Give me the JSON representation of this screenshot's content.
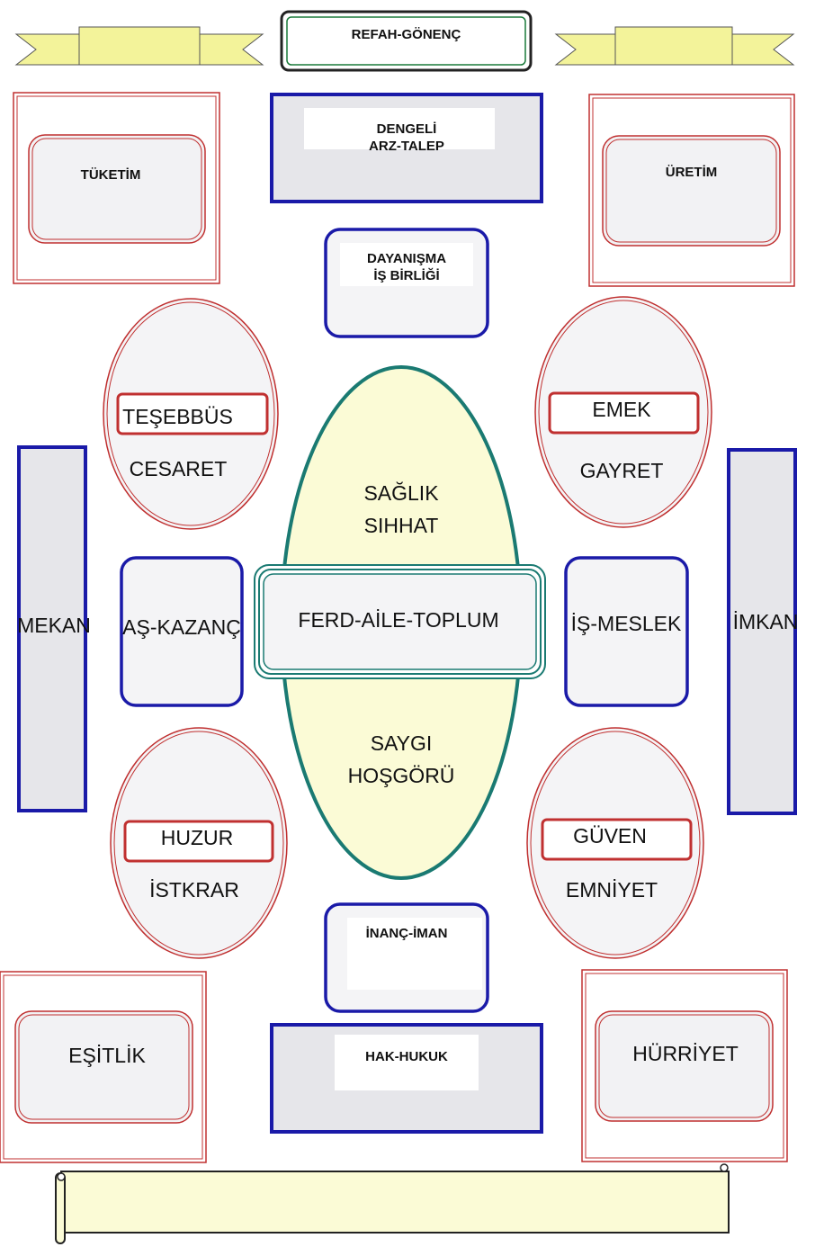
{
  "top": {
    "title": "REFAH-GÖNENÇ",
    "center_box": [
      "DENGELİ",
      "ARZ-TALEP"
    ],
    "upper_box": [
      "DAYANIŞMA",
      "İŞ BİRLİĞİ"
    ]
  },
  "corners": {
    "top_left": "TÜKETİM",
    "top_right": "ÜRETİM",
    "bottom_left": "EŞİTLİK",
    "bottom_right": "HÜRRİYET"
  },
  "ovals": {
    "top_left": {
      "tag": "TEŞEBBÜS",
      "sub": "CESARET"
    },
    "top_right": {
      "tag": "EMEK",
      "sub": "GAYRET"
    },
    "bottom_left": {
      "tag": "HUZUR",
      "sub": "İSTKRAR"
    },
    "bottom_right": {
      "tag": "GÜVEN",
      "sub": "EMNİYET"
    }
  },
  "center": {
    "upper": [
      "SAĞLIK",
      "SIHHAT"
    ],
    "core": "FERD-AİLE-TOPLUM",
    "lower": [
      "SAYGI",
      "HOŞGÖRÜ"
    ]
  },
  "sides": {
    "left_bar": "MEKAN",
    "right_bar": "İMKAN",
    "left_box": "AŞ-KAZANÇ",
    "right_box": "İŞ-MESLEK"
  },
  "bottom": {
    "upper_box": "İNANÇ-İMAN",
    "center_box": "HAK-HUKUK"
  },
  "colors": {
    "red": "#c03030",
    "blue": "#1a1aa8",
    "teal": "#1a7a72",
    "yellow": "#f3f39a",
    "pale_yellow": "#fbfbd6",
    "grey_fill": "#e6e6ea"
  }
}
